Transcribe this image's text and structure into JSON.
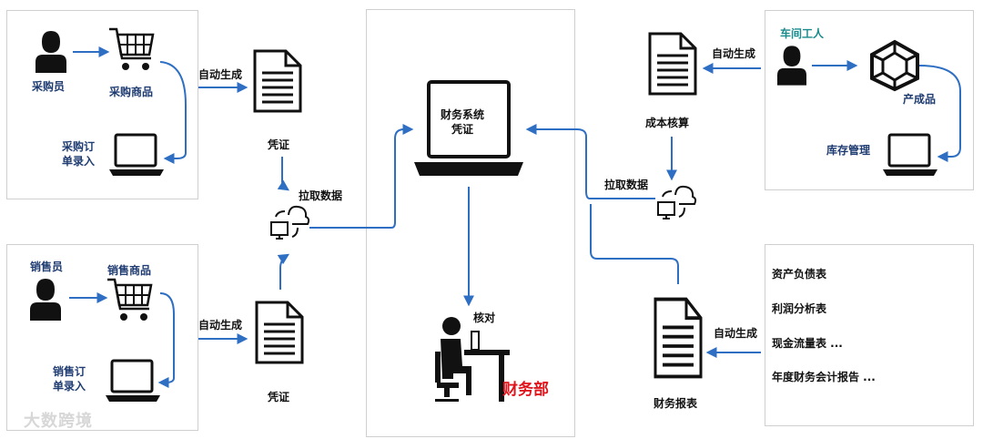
{
  "colors": {
    "arrow": "#2e6fc3",
    "icon": "#111111",
    "label_blue": "#1f3c72",
    "label_teal": "#1a8a8c",
    "accent_red": "#e0141c",
    "box_border": "#cfcfcf"
  },
  "icons": {
    "person": "person-icon",
    "cart": "shopping-cart-icon",
    "laptop": "laptop-icon",
    "document": "document-icon",
    "cloud_sync": "cloud-sync-icon",
    "cube": "cube-icon",
    "worker": "desk-worker-icon"
  },
  "purchase": {
    "buyer": "采购员",
    "goods": "采购商品",
    "order_entry": "采购订\n单录入"
  },
  "sales": {
    "seller": "销售员",
    "goods": "销售商品",
    "order_entry": "销售订\n单录入"
  },
  "left_flow": {
    "auto_gen_top": "自动生成",
    "voucher_top": "凭证",
    "pull_data": "拉取数据",
    "auto_gen_bottom": "自动生成",
    "voucher_bottom": "凭证"
  },
  "center": {
    "system_title": "财务系统\n凭证",
    "verify": "核对",
    "finance_dept": "财务部"
  },
  "workshop": {
    "worker": "车间工人",
    "product": "产成品",
    "inventory": "库存管理"
  },
  "right_flow": {
    "auto_gen_top": "自动生成",
    "cost_accounting": "成本核算",
    "pull_data": "拉取数据",
    "auto_gen_bottom": "自动生成",
    "financial_reports": "财务报表"
  },
  "reports": {
    "items": [
      "资产负债表",
      "利润分析表",
      "现金流量表 ...",
      "年度财务会计报告 ..."
    ]
  },
  "watermark": "大数跨境"
}
